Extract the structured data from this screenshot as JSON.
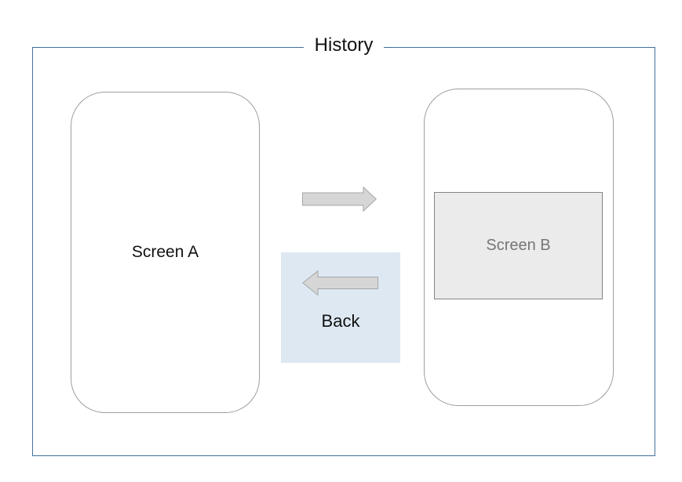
{
  "diagram": {
    "title": "History",
    "screen_a": {
      "label": "Screen A"
    },
    "screen_b": {
      "label": "Screen B"
    },
    "back_button": {
      "label": "Back"
    },
    "icons": {
      "forward_arrow": "right-block-arrow",
      "back_arrow": "left-block-arrow"
    },
    "colors": {
      "frame_border": "#41719c",
      "phone_border": "#9e9e9e",
      "screen_b_fill": "#ebebeb",
      "screen_b_border": "#848484",
      "screen_b_text": "#767676",
      "arrow_fill": "#d6d6d6",
      "arrow_stroke": "#a6a6a6",
      "back_box_fill": "#dde8f3",
      "text": "#111111"
    }
  }
}
